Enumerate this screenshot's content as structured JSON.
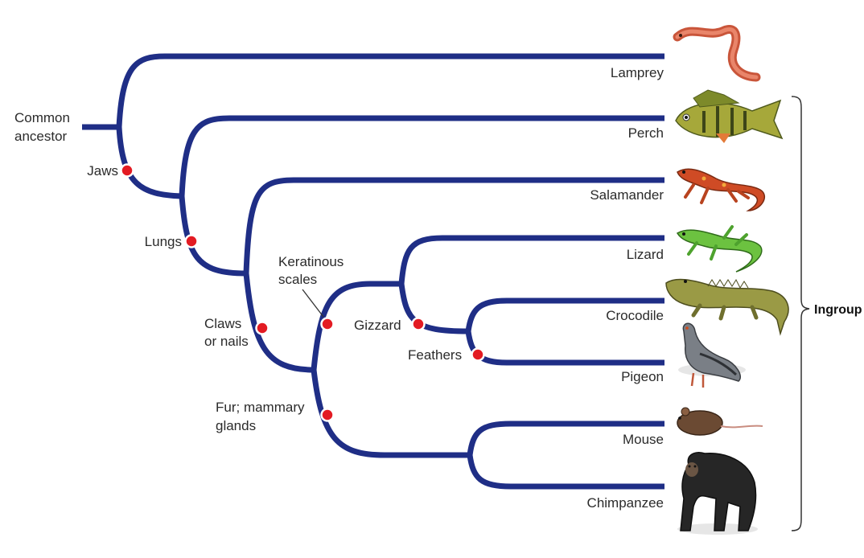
{
  "root_label": [
    "Common",
    "ancestor"
  ],
  "taxa": {
    "lamprey": "Lamprey",
    "perch": "Perch",
    "salamander": "Salamander",
    "lizard": "Lizard",
    "crocodile": "Crocodile",
    "pigeon": "Pigeon",
    "mouse": "Mouse",
    "chimpanzee": "Chimpanzee"
  },
  "traits": {
    "jaws": "Jaws",
    "lungs": "Lungs",
    "claws": [
      "Claws",
      "or nails"
    ],
    "keratinous": [
      "Keratinous",
      "scales"
    ],
    "gizzard": "Gizzard",
    "feathers": "Feathers",
    "fur": [
      "Fur; mammary",
      "glands"
    ]
  },
  "group_label": "Ingroup",
  "colors": {
    "branch": "#1f2e86",
    "trait_dot": "#e31b23"
  },
  "icons": [
    "lamprey-icon",
    "perch-icon",
    "salamander-icon",
    "lizard-icon",
    "crocodile-icon",
    "pigeon-icon",
    "mouse-icon",
    "chimpanzee-icon"
  ]
}
